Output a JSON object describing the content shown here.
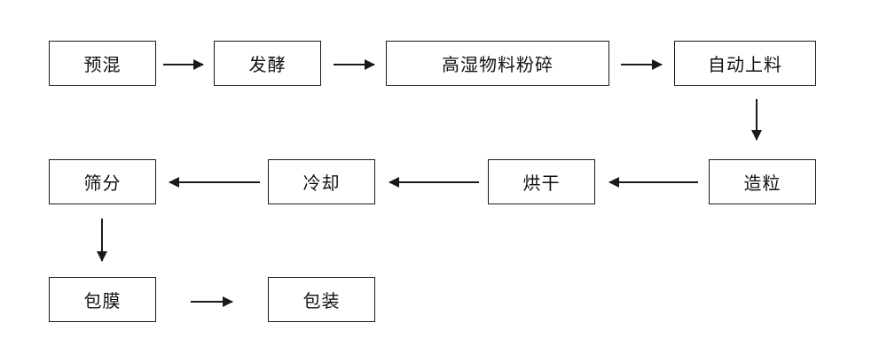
{
  "nodes": {
    "yuhun": "预混",
    "fajiao": "发酵",
    "fensui": "高湿物料粉碎",
    "shangliao": "自动上料",
    "zaoli": "造粒",
    "honggan": "烘干",
    "lengque": "冷却",
    "shaifen": "筛分",
    "baomo": "包膜",
    "baozhuang": "包装"
  },
  "edges": [
    {
      "from": "yuhun",
      "to": "fajiao"
    },
    {
      "from": "fajiao",
      "to": "fensui"
    },
    {
      "from": "fensui",
      "to": "shangliao"
    },
    {
      "from": "shangliao",
      "to": "zaoli"
    },
    {
      "from": "zaoli",
      "to": "honggan"
    },
    {
      "from": "honggan",
      "to": "lengque"
    },
    {
      "from": "lengque",
      "to": "shaifen"
    },
    {
      "from": "shaifen",
      "to": "baomo"
    },
    {
      "from": "baomo",
      "to": "baozhuang"
    }
  ],
  "colors": {
    "stroke": "#1a1a1a",
    "text": "#111111",
    "background": "#ffffff"
  }
}
